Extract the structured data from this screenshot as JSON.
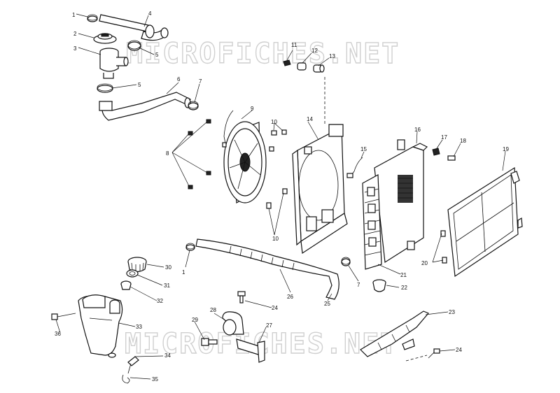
{
  "watermark": {
    "top_text": "MICROFICHES.NET",
    "bottom_text": "MICROFICHES.NET"
  },
  "callouts": [
    {
      "id": "c1a",
      "label": "1"
    },
    {
      "id": "c1b",
      "label": "1"
    },
    {
      "id": "c2",
      "label": "2"
    },
    {
      "id": "c3",
      "label": "3"
    },
    {
      "id": "c4",
      "label": "4"
    },
    {
      "id": "c5a",
      "label": "5"
    },
    {
      "id": "c5b",
      "label": "5"
    },
    {
      "id": "c6",
      "label": "6"
    },
    {
      "id": "c7a",
      "label": "7"
    },
    {
      "id": "c7b",
      "label": "7"
    },
    {
      "id": "c8",
      "label": "8"
    },
    {
      "id": "c9",
      "label": "9"
    },
    {
      "id": "c10a",
      "label": "10"
    },
    {
      "id": "c10b",
      "label": "10"
    },
    {
      "id": "c11",
      "label": "11"
    },
    {
      "id": "c12",
      "label": "12"
    },
    {
      "id": "c13",
      "label": "13"
    },
    {
      "id": "c14",
      "label": "14"
    },
    {
      "id": "c15",
      "label": "15"
    },
    {
      "id": "c16",
      "label": "16"
    },
    {
      "id": "c17",
      "label": "17"
    },
    {
      "id": "c18",
      "label": "18"
    },
    {
      "id": "c19",
      "label": "19"
    },
    {
      "id": "c20",
      "label": "20"
    },
    {
      "id": "c21",
      "label": "21"
    },
    {
      "id": "c22",
      "label": "22"
    },
    {
      "id": "c23",
      "label": "23"
    },
    {
      "id": "c24a",
      "label": "24"
    },
    {
      "id": "c24b",
      "label": "24"
    },
    {
      "id": "c25",
      "label": "25"
    },
    {
      "id": "c26",
      "label": "26"
    },
    {
      "id": "c27",
      "label": "27"
    },
    {
      "id": "c28",
      "label": "28"
    },
    {
      "id": "c29",
      "label": "29"
    },
    {
      "id": "c30",
      "label": "30"
    },
    {
      "id": "c31",
      "label": "31"
    },
    {
      "id": "c32",
      "label": "32"
    },
    {
      "id": "c33",
      "label": "33"
    },
    {
      "id": "c34",
      "label": "34"
    },
    {
      "id": "c35",
      "label": "35"
    },
    {
      "id": "c36",
      "label": "36"
    }
  ]
}
